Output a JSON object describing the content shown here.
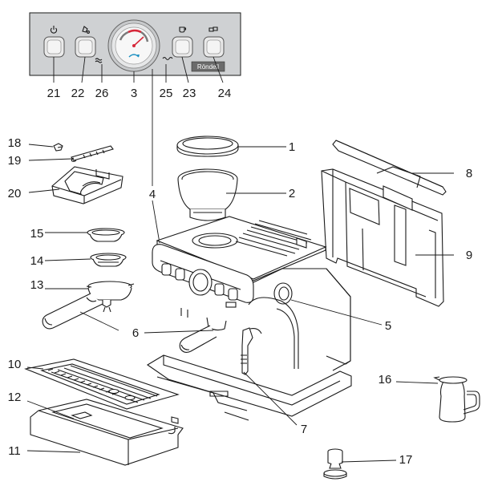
{
  "panel": {
    "brand": "Röndell",
    "colors": {
      "panel": "#cfd1d3",
      "button": "#e9e9e9",
      "gauge_accent": "#d6283a",
      "gauge_arrow": "#1a8fc2"
    }
  },
  "labels": {
    "l1": "1",
    "l2": "2",
    "l3": "3",
    "l4": "4",
    "l5": "5",
    "l6": "6",
    "l7": "7",
    "l8": "8",
    "l9": "9",
    "l10": "10",
    "l11": "11",
    "l12": "12",
    "l13": "13",
    "l14": "14",
    "l15": "15",
    "l16": "16",
    "l17": "17",
    "l18": "18",
    "l19": "19",
    "l20": "20",
    "l21": "21",
    "l22": "22",
    "l23": "23",
    "l24": "24",
    "l25": "25",
    "l26": "26"
  },
  "icons": [
    "power-icon",
    "grind-icon",
    "steam-icon",
    "single-cup-icon",
    "double-cup-icon",
    "hot-water-icon"
  ]
}
